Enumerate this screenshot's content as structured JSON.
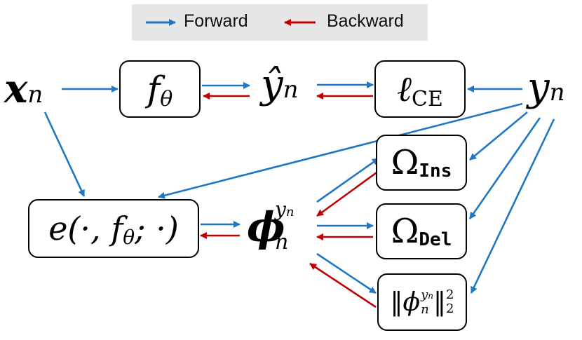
{
  "legend": {
    "forward_label": "Forward",
    "backward_label": "Backward",
    "forward_color": "#1f77c4",
    "backward_color": "#c00000"
  },
  "nodes": {
    "x_n": {
      "main": "x",
      "sub": "n"
    },
    "f_theta": {
      "main": "f",
      "sub": "θ"
    },
    "y_hat": {
      "main": "ŷ",
      "sub": "n"
    },
    "l_ce": {
      "main": "ℓ",
      "sub": "CE"
    },
    "y_n": {
      "main": "y",
      "sub": "n"
    },
    "explainer": {
      "text": "e(·, f",
      "sub": "θ",
      "tail": "; ·)"
    },
    "phi": {
      "main": "ϕ",
      "sup": "y",
      "supsub": "n",
      "sub": "n"
    },
    "omega_ins": {
      "main": "Ω",
      "sub": "Ins"
    },
    "omega_del": {
      "main": "Ω",
      "sub": "Del"
    },
    "norm": {
      "main": "‖ϕ",
      "sup": "y",
      "supsub": "n",
      "sub": "n",
      "tail": "‖",
      "exp": "2",
      "expsub": "2"
    }
  }
}
